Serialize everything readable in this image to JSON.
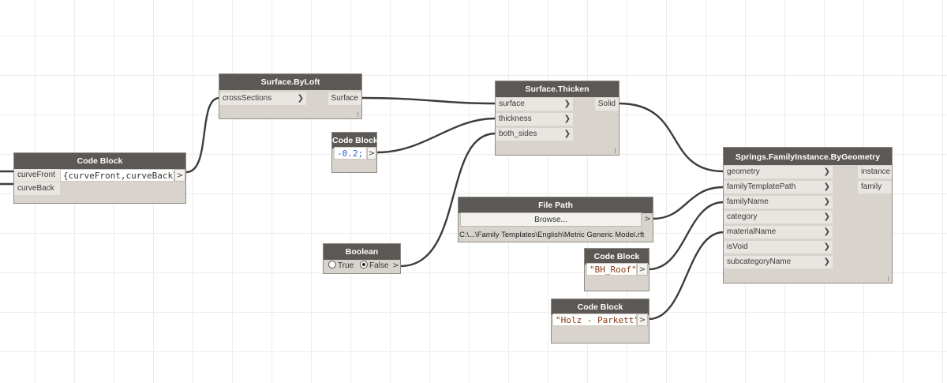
{
  "nodes": {
    "code_block_curves": {
      "title": "Code Block",
      "inputs": [
        "curveFront",
        "curveBack"
      ],
      "code": "{curveFront,curveBack};",
      "output_arrow": ">"
    },
    "surface_byloft": {
      "title": "Surface.ByLoft",
      "inputs": [
        "crossSections"
      ],
      "outputs": [
        "Surface"
      ]
    },
    "code_block_thickness": {
      "title": "Code Block",
      "code": "-0.2;",
      "output_arrow": ">"
    },
    "surface_thicken": {
      "title": "Surface.Thicken",
      "inputs": [
        "surface",
        "thickness",
        "both_sides"
      ],
      "outputs": [
        "Solid"
      ]
    },
    "boolean": {
      "title": "Boolean",
      "option_true": "True",
      "option_false": "False",
      "selected": "False",
      "output_arrow": ">"
    },
    "file_path": {
      "title": "File Path",
      "browse_label": "Browse...",
      "path": "C:\\...\\Family Templates\\English\\Metric Generic Model.rft",
      "output_arrow": ">"
    },
    "code_block_family_name": {
      "title": "Code Block",
      "code": "\"BH_Roof\";",
      "output_arrow": ">"
    },
    "code_block_material": {
      "title": "Code Block",
      "code": "\"Holz - Parkett\";",
      "output_arrow": ">"
    },
    "family_instance": {
      "title": "Springs.FamilyInstance.ByGeometry",
      "inputs": [
        "geometry",
        "familyTemplatePath",
        "familyName",
        "category",
        "materialName",
        "isVoid",
        "subcategoryName"
      ],
      "outputs": [
        "instance",
        "family"
      ]
    }
  },
  "icons": {
    "port_chevron": "chevron-right-icon",
    "output_button": "output-arrow-icon"
  },
  "colors": {
    "node_header": "#5b5856",
    "node_body": "#d8d4cd",
    "wire": "#3c3c3c",
    "number": "#2a62c9",
    "string": "#8a3b12"
  }
}
